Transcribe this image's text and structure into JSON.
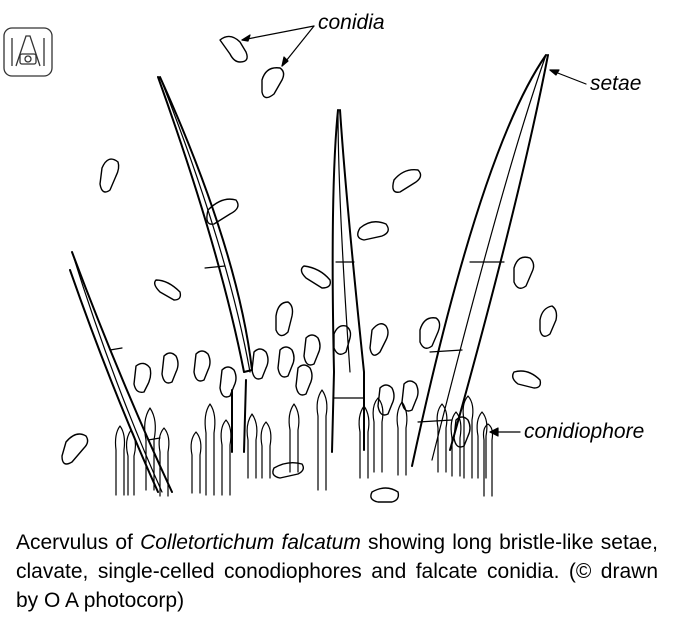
{
  "labels": {
    "conidia": "conidia",
    "setae": "setae",
    "conidiophore": "conidiophore"
  },
  "caption": {
    "part1": "Acervulus of ",
    "species": "Colletortichum falcatum",
    "part2": " showing long bristle-like setae, clavate, single-celled conodiophores  and falcate conidia. (© drawn by O A photocorp)"
  },
  "logo": {
    "icon": "photocorp-logo-icon"
  }
}
